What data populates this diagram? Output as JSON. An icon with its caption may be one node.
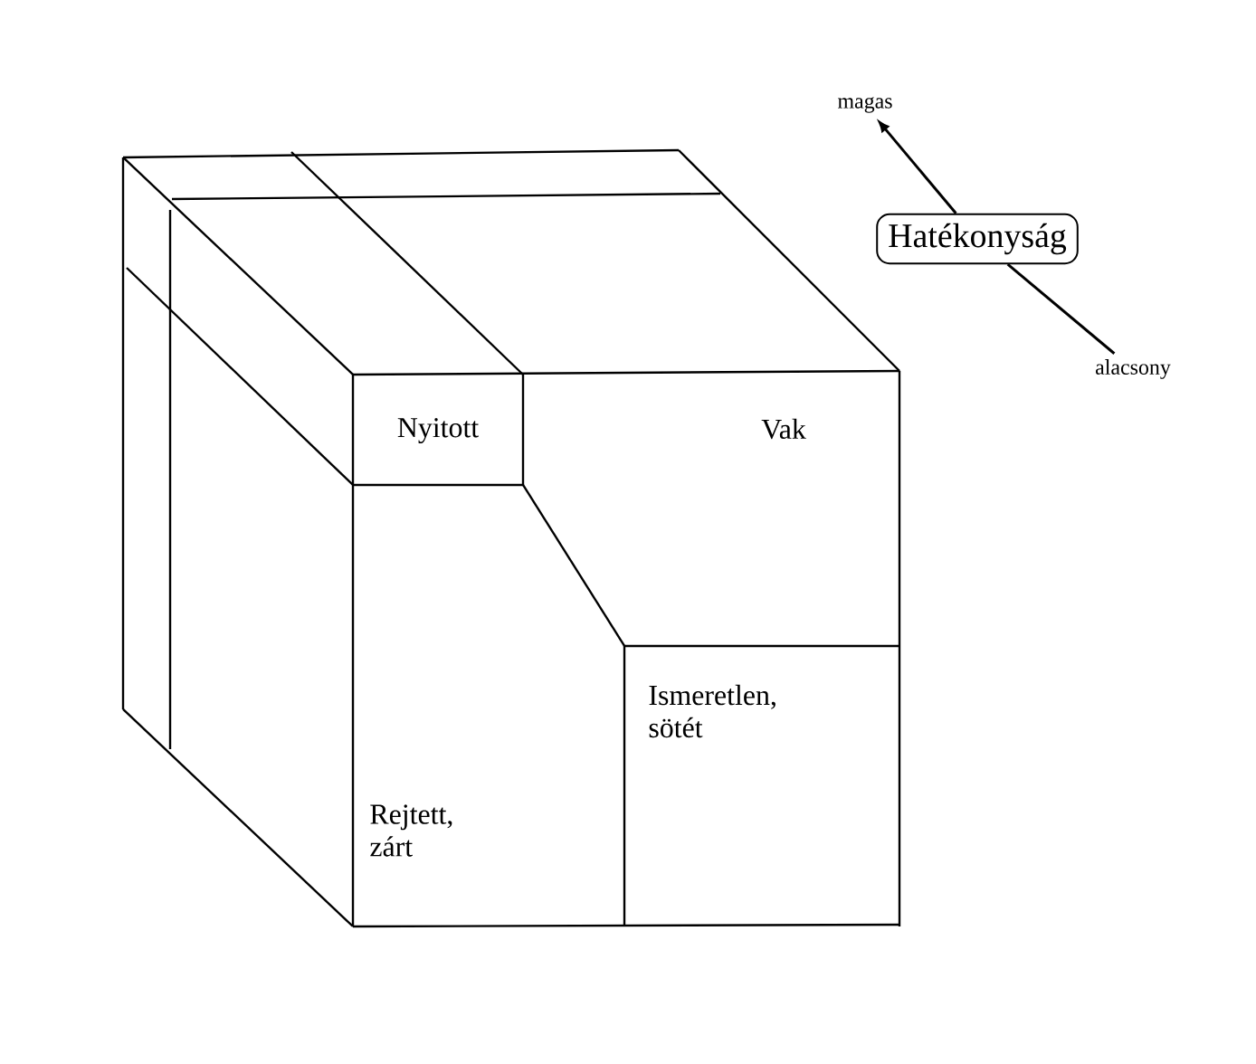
{
  "diagram": {
    "nodes": [
      {
        "text": [
          "magas"
        ]
      },
      {
        "text": [
          "Hatékonyság"
        ]
      },
      {
        "text": [
          "alacsony"
        ]
      },
      {
        "text": [
          "Nyitott"
        ]
      },
      {
        "text": [
          "Vak"
        ]
      },
      {
        "text": [
          "Ismeretlen, sötét"
        ]
      },
      {
        "text": [
          "Rejtett, zárt"
        ]
      }
    ],
    "edges": [
      {
        "from": 1,
        "to": 0,
        "arrow": "to"
      },
      {
        "from": 2,
        "to": 1,
        "arrow": "none"
      }
    ]
  }
}
